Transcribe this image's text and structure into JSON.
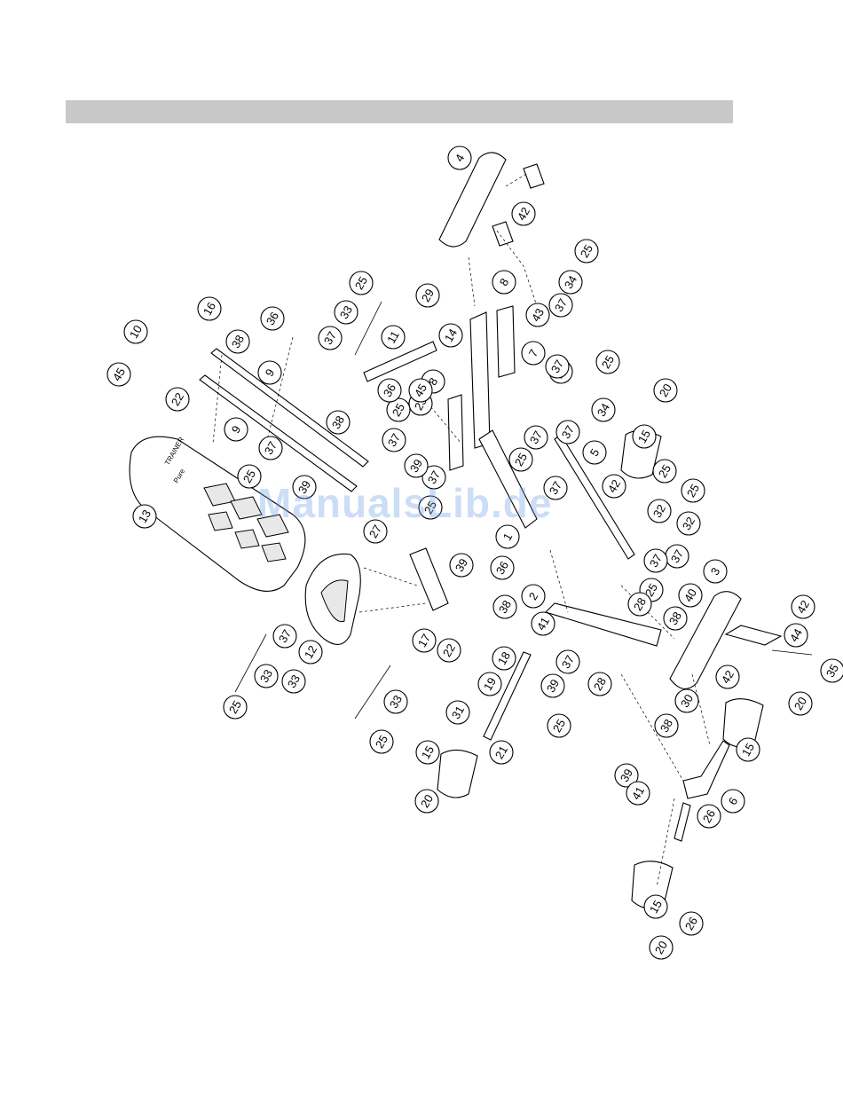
{
  "watermark": "ManualsLib.de",
  "callouts": [
    "1",
    "2",
    "3",
    "4",
    "5",
    "6",
    "7",
    "8",
    "8",
    "9",
    "9",
    "10",
    "11",
    "12",
    "13",
    "14",
    "15",
    "15",
    "15",
    "15",
    "16",
    "17",
    "18",
    "19",
    "20",
    "20",
    "20",
    "20",
    "21",
    "22",
    "22",
    "23",
    "24",
    "25",
    "25",
    "25",
    "25",
    "25",
    "25",
    "25",
    "25",
    "25",
    "25",
    "25",
    "25",
    "25",
    "26",
    "26",
    "27",
    "28",
    "28",
    "29",
    "30",
    "31",
    "32",
    "32",
    "33",
    "33",
    "33",
    "33",
    "34",
    "34",
    "35",
    "36",
    "36",
    "36",
    "37",
    "37",
    "37",
    "37",
    "37",
    "37",
    "37",
    "37",
    "37",
    "37",
    "37",
    "37",
    "37",
    "38",
    "38",
    "38",
    "38",
    "38",
    "39",
    "39",
    "39",
    "39",
    "39",
    "40",
    "41",
    "41",
    "42",
    "42",
    "42",
    "42",
    "43",
    "44",
    "45",
    "45"
  ],
  "product_text": [
    "TRAINER",
    "Pure"
  ]
}
